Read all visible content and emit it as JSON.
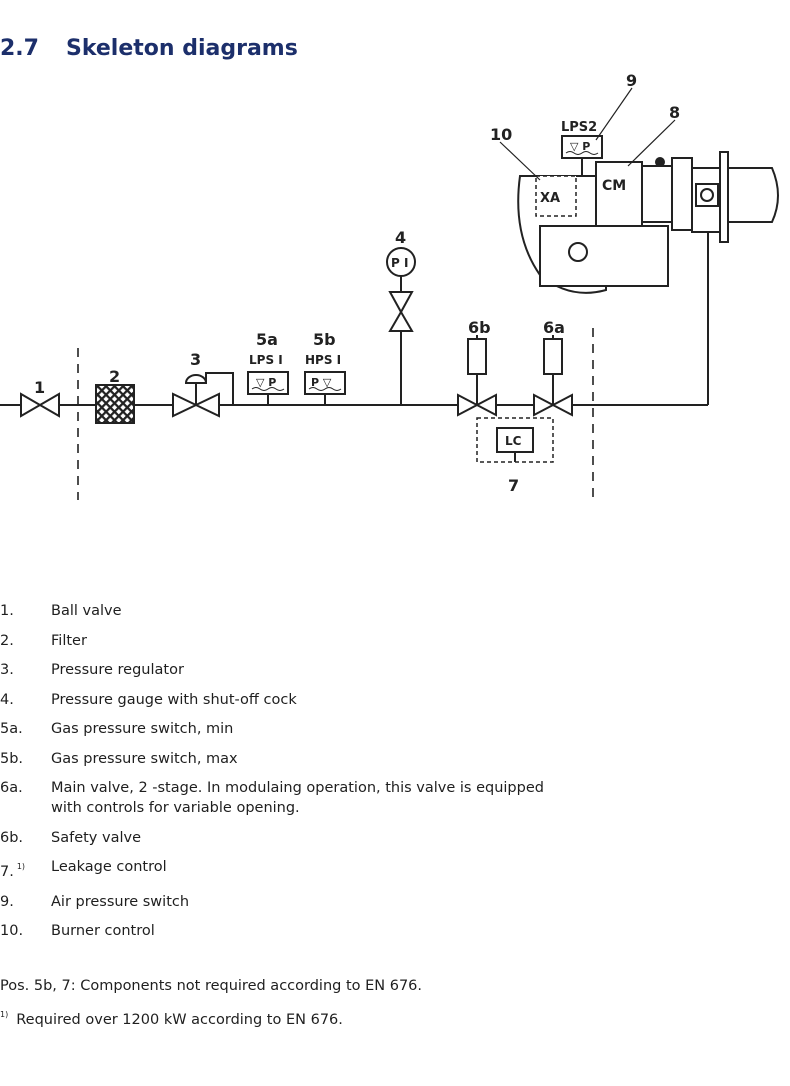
{
  "section": {
    "number": "2.7",
    "title": "Skeleton diagrams"
  },
  "diagram": {
    "callouts": {
      "c1": "1",
      "c2": "2",
      "c3": "3",
      "c4": "4",
      "c5a": "5a",
      "c5b": "5b",
      "c6a": "6a",
      "c6b": "6b",
      "c7": "7",
      "c8": "8",
      "c9": "9",
      "c10": "10"
    },
    "tags": {
      "pi": "P I",
      "lpsi": "LPS I",
      "hpsi": "HPS I",
      "lps2": "LPS2",
      "lc": "LC",
      "cm": "CM",
      "xa": "XA"
    }
  },
  "legend": [
    {
      "num": "1.",
      "text": "Ball valve"
    },
    {
      "num": "2.",
      "text": "Filter"
    },
    {
      "num": "3.",
      "text": "Pressure regulator"
    },
    {
      "num": "4.",
      "text": "Pressure gauge with shut-off cock"
    },
    {
      "num": "5a.",
      "text": "Gas pressure switch, min"
    },
    {
      "num": "5b.",
      "text": "Gas pressure switch, max"
    },
    {
      "num": "6a.",
      "text": "Main valve, 2 -stage. In modulaing operation, this valve is equipped with controls for variable opening."
    },
    {
      "num": "6b.",
      "text": "Safety valve"
    },
    {
      "num": "7.",
      "sup": "1)",
      "text": "Leakage control"
    },
    {
      "num": "9.",
      "text": "Air pressure switch"
    },
    {
      "num": "10.",
      "text": "Burner control"
    }
  ],
  "notes": {
    "pos": "Pos. 5b, 7: Components not required according to EN 676.",
    "footnote_mark": "1)",
    "footnote_text": "Required over 1200 kW according to EN 676."
  }
}
